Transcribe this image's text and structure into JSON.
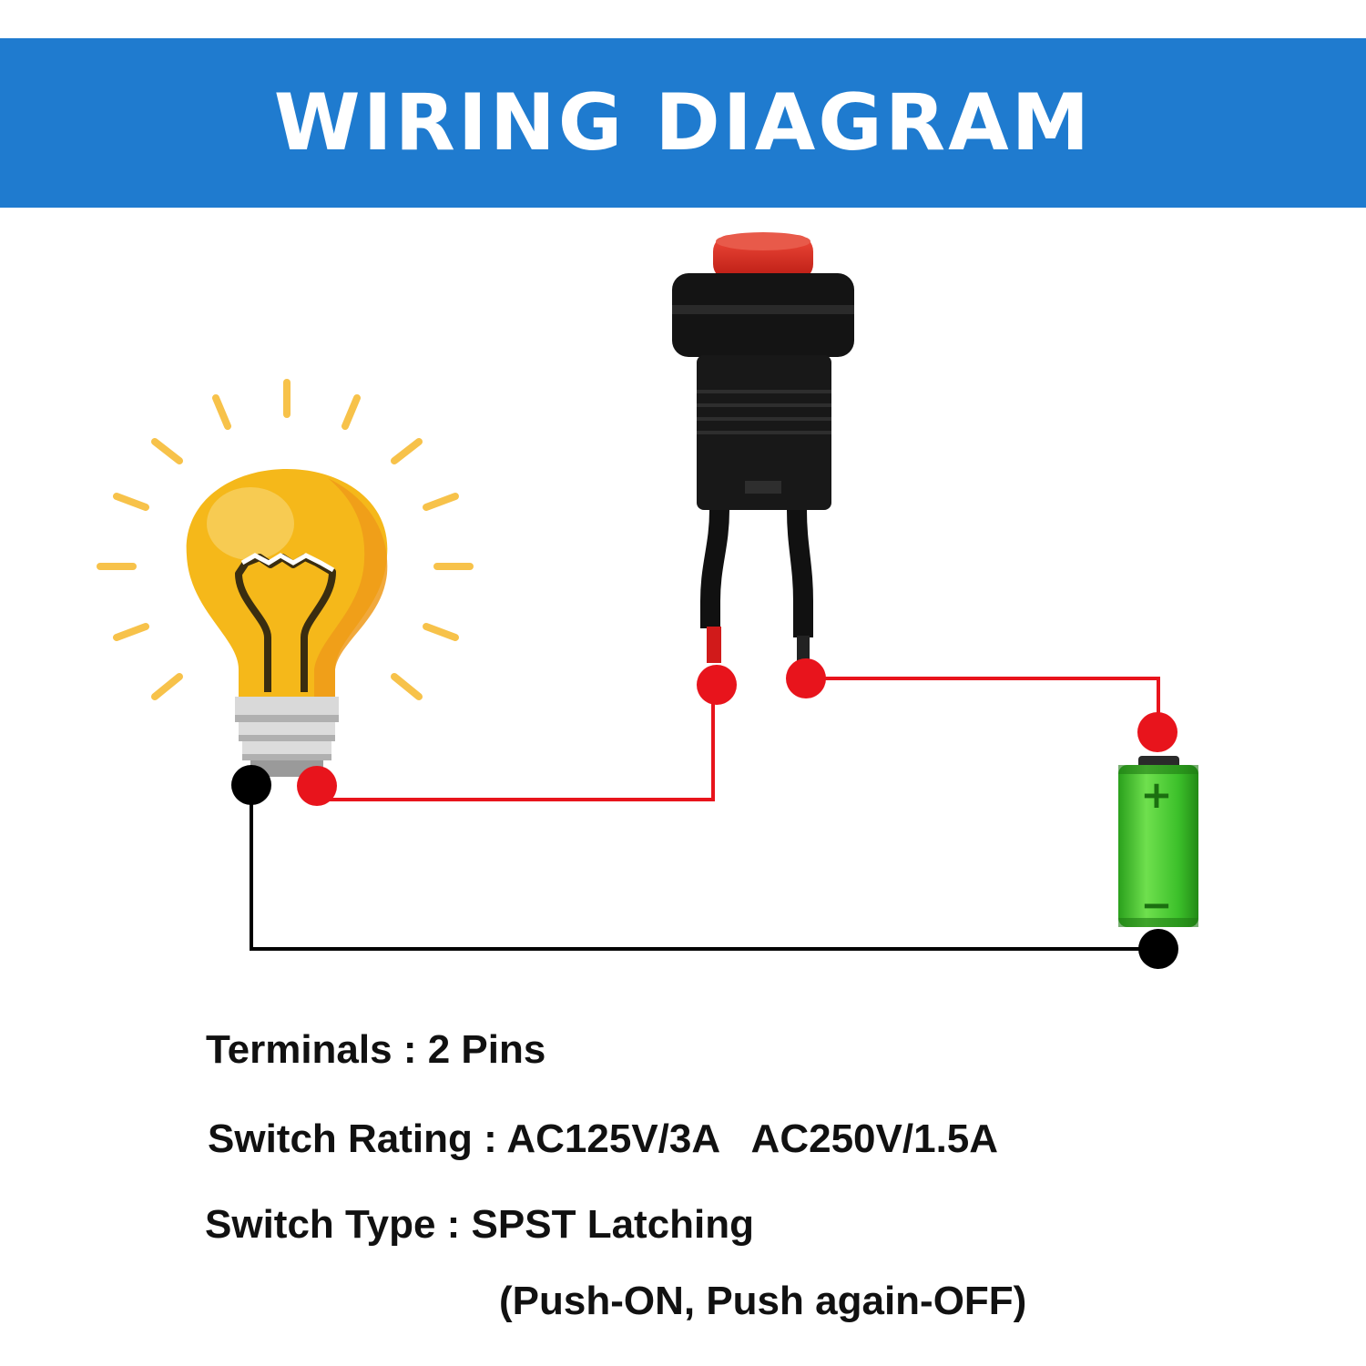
{
  "banner": {
    "title": "WIRING DIAGRAM",
    "background_color": "#1f7bcf"
  },
  "components": {
    "bulb": {
      "icon": "light-bulb-icon",
      "color": "#f5b81a"
    },
    "switch": {
      "icon": "push-button-switch-icon",
      "cap_color": "#e0241b"
    },
    "battery": {
      "icon": "battery-icon",
      "color": "#3fc02a",
      "plus_symbol": "+",
      "minus_symbol": "−"
    }
  },
  "wires": {
    "positive_color": "#e8141c",
    "negative_color": "#000000"
  },
  "specs": {
    "terminals": "Terminals : 2 Pins",
    "rating": "Switch Rating : AC125V/3A   AC250V/1.5A",
    "type": "Switch Type : SPST Latching",
    "type_note": "(Push-ON, Push again-OFF)"
  }
}
